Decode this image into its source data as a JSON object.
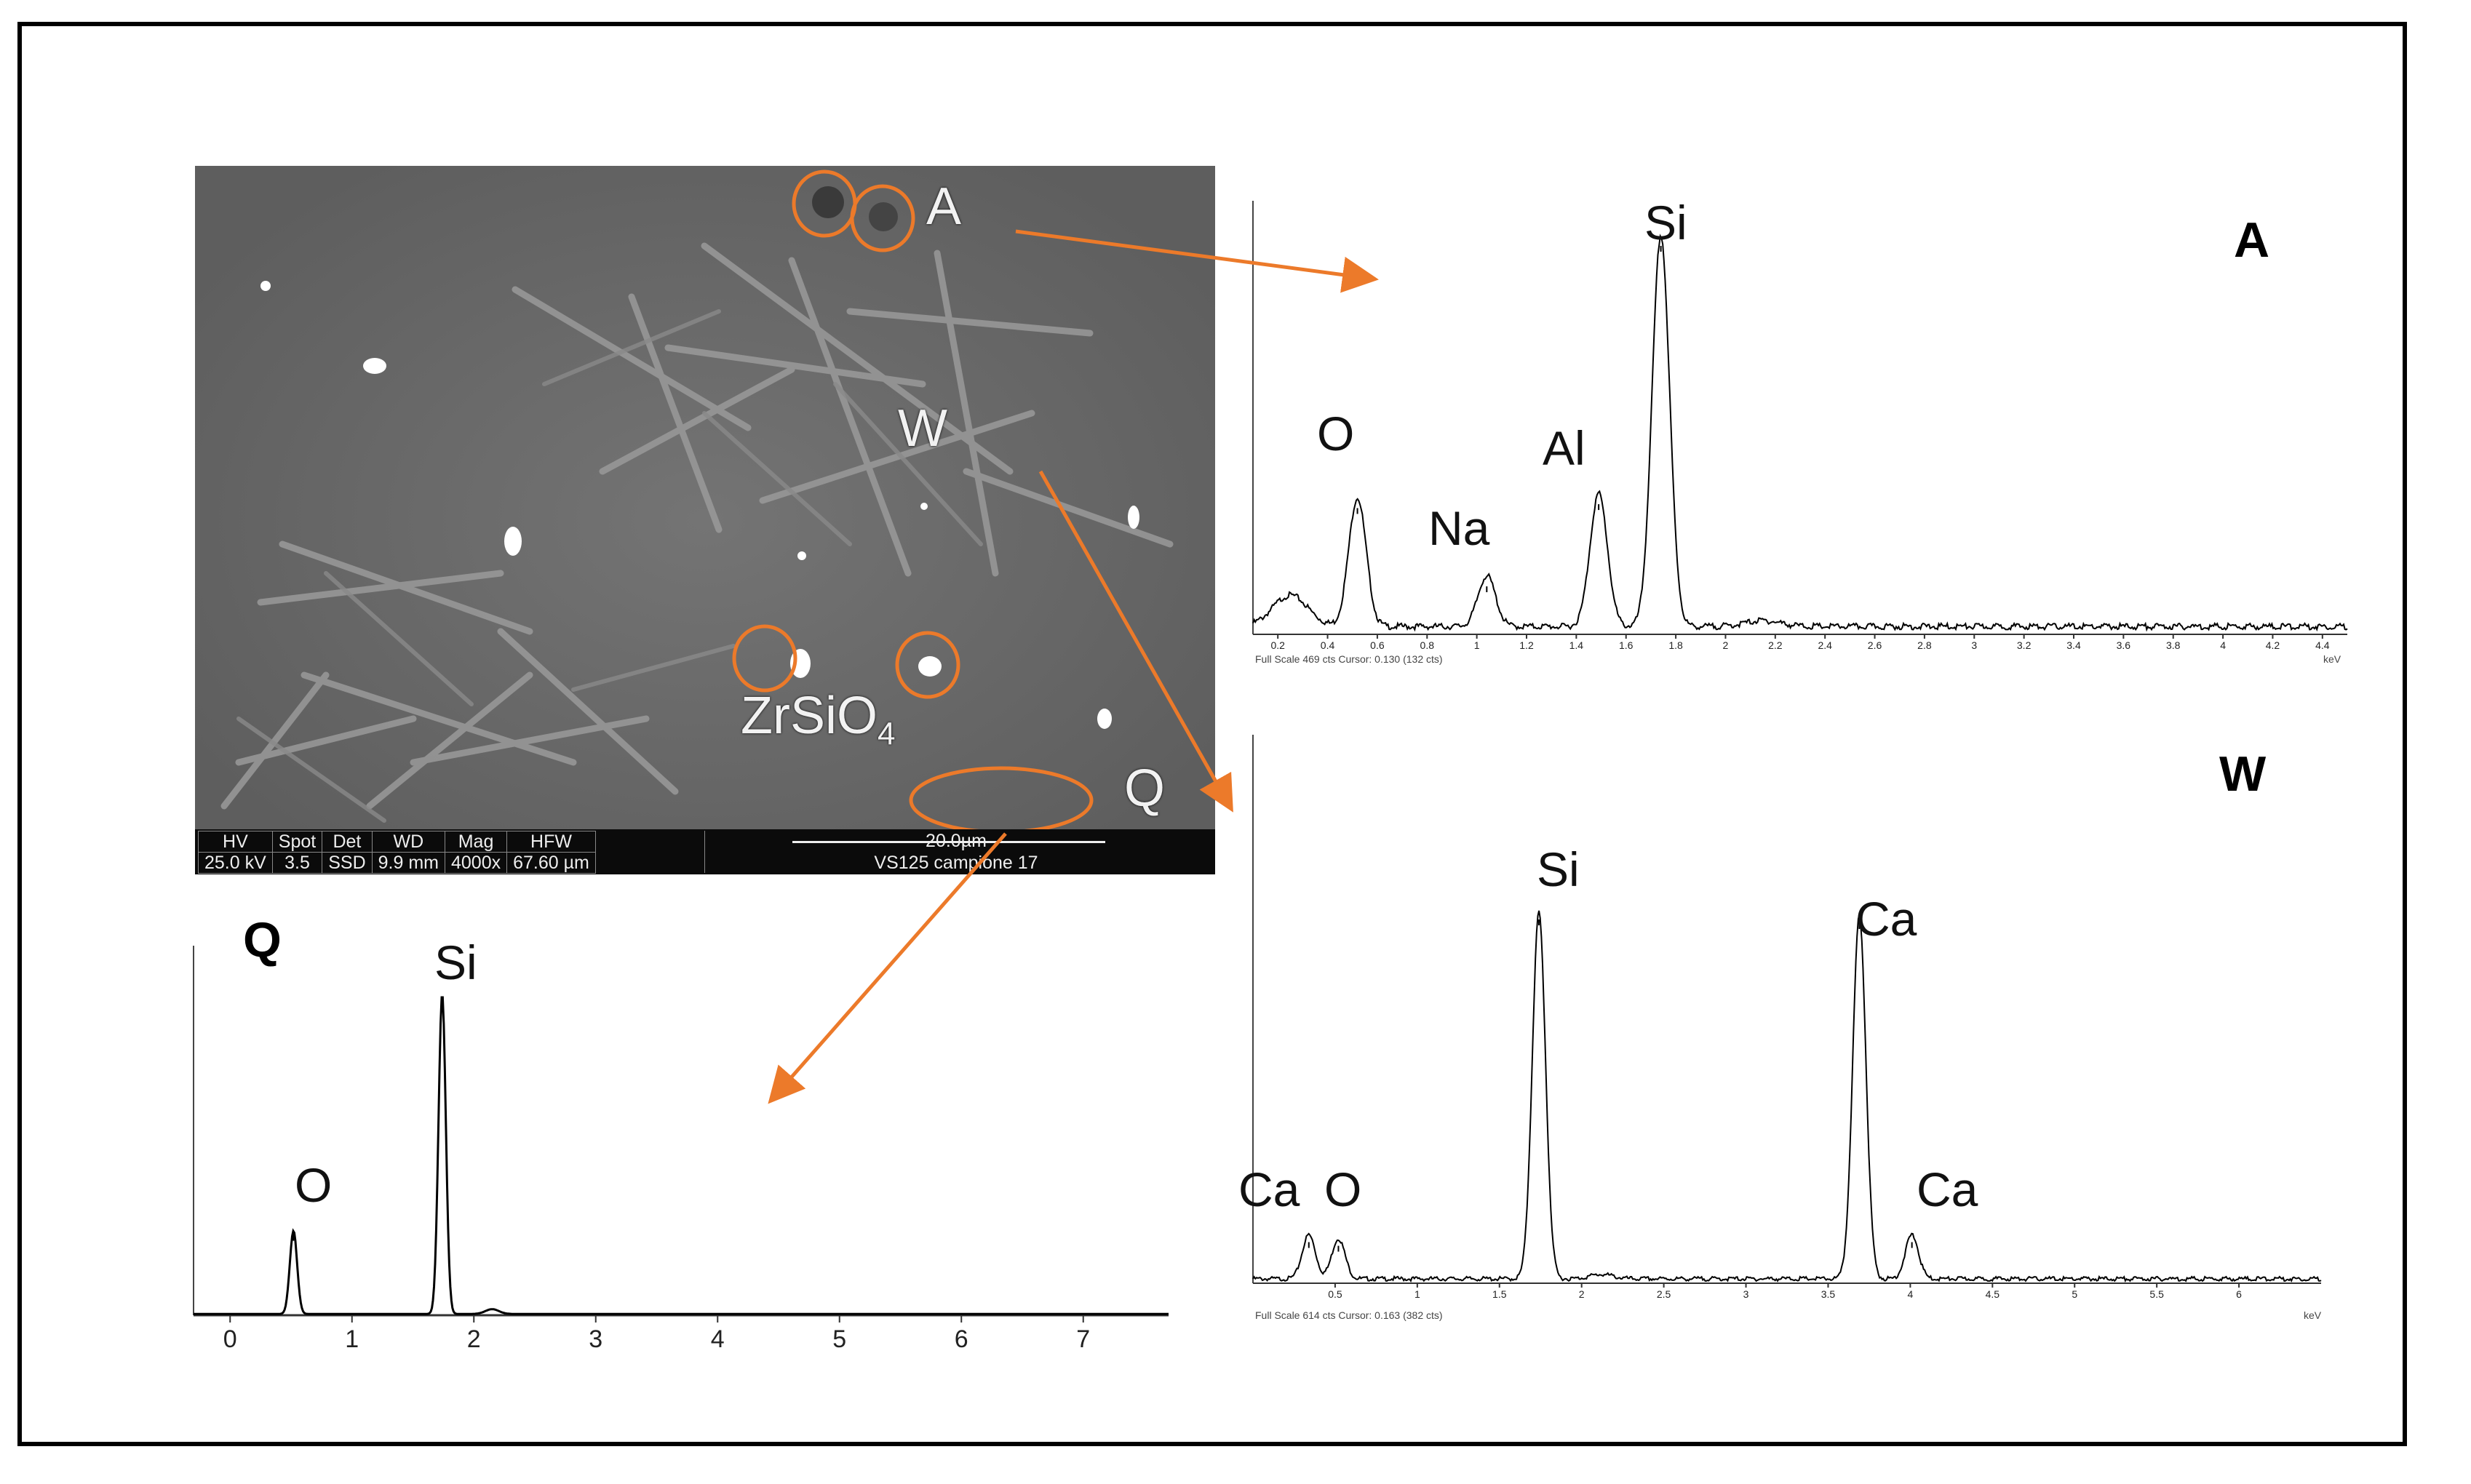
{
  "sem": {
    "labels": {
      "a": "A",
      "w": "W",
      "q": "Q",
      "zircon": "ZrSiO",
      "zircon_sub": "4"
    },
    "databar": {
      "headers": [
        "HV",
        "Spot",
        "Det",
        "WD",
        "Mag",
        "HFW"
      ],
      "values": [
        "25.0 kV",
        "3.5",
        "SSD",
        "9.9 mm",
        "4000x",
        "67.60 µm"
      ],
      "scale": "20.0µm",
      "sample": "VS125 campione 17"
    }
  },
  "colors": {
    "annotation": "#ec7a2a",
    "spectrum": "#000000"
  },
  "chart_data": [
    {
      "type": "line",
      "title": "A",
      "xlabel": "keV",
      "xlim": [
        0.1,
        4.5
      ],
      "ticks": [
        "0.2",
        "0.4",
        "0.6",
        "0.8",
        "1",
        "1.2",
        "1.4",
        "1.6",
        "1.8",
        "2",
        "2.2",
        "2.4",
        "2.6",
        "2.8",
        "3",
        "3.2",
        "3.4",
        "3.6",
        "3.8",
        "4",
        "4.2",
        "4.4"
      ],
      "footer": "Full Scale 469 cts Cursor: 0.130  (132 cts)",
      "peaks": [
        {
          "label": "O",
          "energy": 0.52,
          "height": 0.33
        },
        {
          "label": "Na",
          "energy": 1.04,
          "height": 0.13
        },
        {
          "label": "Al",
          "energy": 1.49,
          "height": 0.34
        },
        {
          "label": "Si",
          "energy": 1.74,
          "height": 1.0
        }
      ]
    },
    {
      "type": "line",
      "title": "W",
      "xlabel": "keV",
      "xlim": [
        0,
        6.5
      ],
      "ticks": [
        "0.5",
        "1",
        "1.5",
        "2",
        "2.5",
        "3",
        "3.5",
        "4",
        "4.5",
        "5",
        "5.5",
        "6"
      ],
      "footer": "Full Scale 614 cts Cursor: 0.163  (382 cts)",
      "peaks": [
        {
          "label": "Ca",
          "energy": 0.34,
          "height": 0.12
        },
        {
          "label": "O",
          "energy": 0.52,
          "height": 0.11
        },
        {
          "label": "Si",
          "energy": 1.74,
          "height": 1.0
        },
        {
          "label": "Ca",
          "energy": 3.69,
          "height": 0.99
        },
        {
          "label": "Ca",
          "energy": 4.01,
          "height": 0.12
        }
      ]
    },
    {
      "type": "line",
      "title": "Q",
      "xlim": [
        -0.3,
        7.7
      ],
      "ticks": [
        "0",
        "1",
        "2",
        "3",
        "4",
        "5",
        "6",
        "7"
      ],
      "peaks": [
        {
          "label": "O",
          "energy": 0.52,
          "height": 0.26
        },
        {
          "label": "Si",
          "energy": 1.74,
          "height": 1.0
        }
      ]
    }
  ]
}
